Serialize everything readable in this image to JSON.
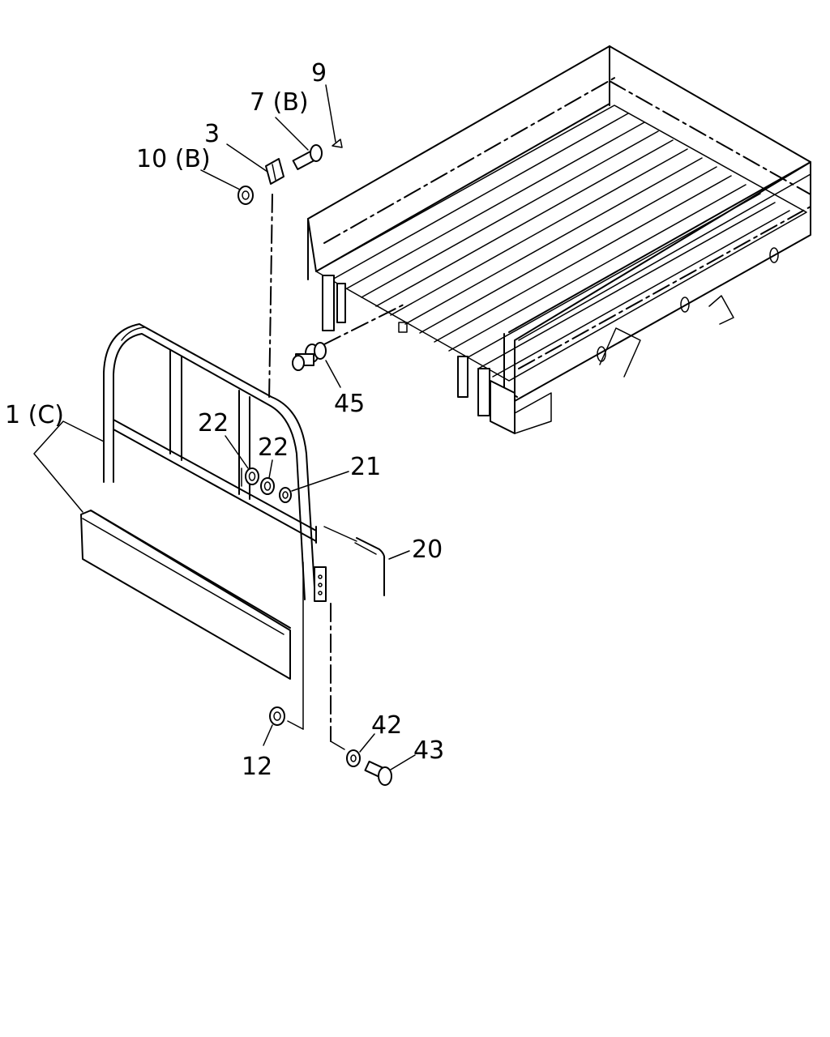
{
  "callouts": {
    "c9": "9",
    "c7b": "7 (B)",
    "c3": "3",
    "c10b": "10 (B)",
    "c45": "45",
    "c1c": "1 (C)",
    "c22a": "22",
    "c22b": "22",
    "c21": "21",
    "c20": "20",
    "c42": "42",
    "c43": "43",
    "c12": "12"
  }
}
